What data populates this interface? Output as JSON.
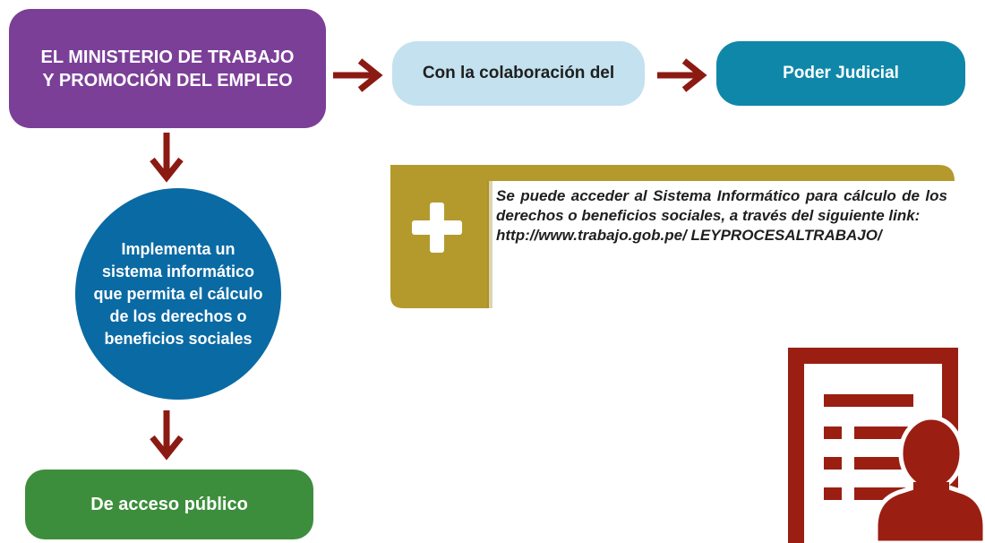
{
  "colors": {
    "ministry": "#7b3f98",
    "collab": "#c3e1ee",
    "judicial": "#0f87a9",
    "circle": "#0a6aa4",
    "public": "#3d8e3c",
    "note": "#b49a2c",
    "arrow": "#8b1a12",
    "doc_icon": "#9a1f12"
  },
  "ministry": {
    "line1": "EL MINISTERIO DE TRABAJO",
    "line2": "Y PROMOCIÓN DEL EMPLEO"
  },
  "collab": {
    "label": "Con la colaboración del"
  },
  "judicial": {
    "label": "Poder Judicial"
  },
  "circle": {
    "text": "Implementa un sistema informático que permita el cálculo de los derechos o beneficios sociales"
  },
  "public": {
    "label": "De acceso público"
  },
  "note": {
    "text": "Se puede acceder al Sistema Informático para cálculo de los derechos o beneficios sociales, a través del siguiente link:",
    "link": "http://www.trabajo.gob.pe/ LEYPROCESALTRABAJO/",
    "icon": "plus-icon"
  },
  "icons": {
    "document": "document-user-icon",
    "arrow": "arrow-icon"
  }
}
